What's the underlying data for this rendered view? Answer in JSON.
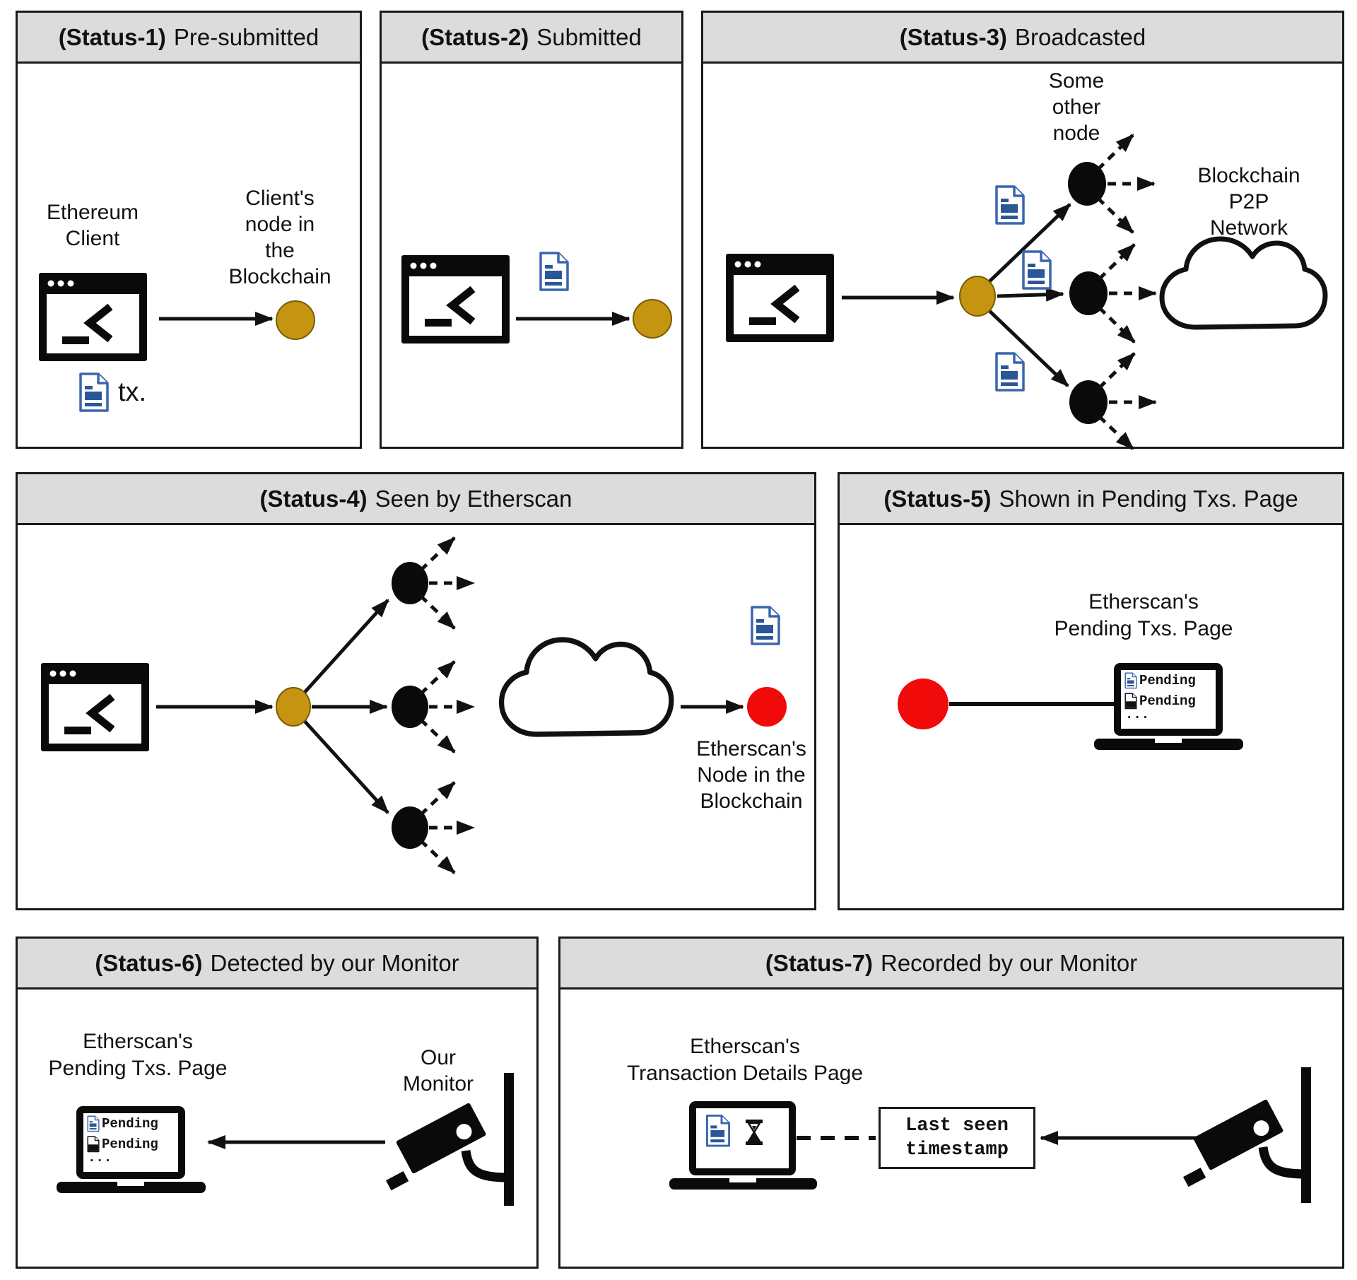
{
  "colors": {
    "header_bg": "#dcdcdc",
    "gold_node": "#c59411",
    "red_node": "#f00a0a",
    "black_node": "#0a0a0a",
    "doc_blue_stroke": "#3a66ae",
    "doc_blue_fill": "#2b579a"
  },
  "panels": {
    "status1": {
      "tag": "(Status-1)",
      "title": "Pre-submitted",
      "ethereum_client": "Ethereum\nClient",
      "client_node": "Client's\nnode in the\nBlockchain",
      "tx_label": "tx."
    },
    "status2": {
      "tag": "(Status-2)",
      "title": "Submitted"
    },
    "status3": {
      "tag": "(Status-3)",
      "title": "Broadcasted",
      "some_other_node": "Some\nother\nnode",
      "p2p_network": "Blockchain\nP2P Network"
    },
    "status4": {
      "tag": "(Status-4)",
      "title": "Seen by Etherscan",
      "etherscan_node": "Etherscan's\nNode in the\nBlockchain"
    },
    "status5": {
      "tag": "(Status-5)",
      "title": "Shown in Pending Txs. Page",
      "page_label": "Etherscan's\nPending Txs. Page",
      "pending_rows": [
        "Pending",
        "Pending"
      ],
      "ellipsis": "..."
    },
    "status6": {
      "tag": "(Status-6)",
      "title": "Detected by our Monitor",
      "page_label": "Etherscan's\nPending Txs. Page",
      "monitor_label": "Our Monitor",
      "pending_rows": [
        "Pending",
        "Pending"
      ],
      "ellipsis": "..."
    },
    "status7": {
      "tag": "(Status-7)",
      "title": "Recorded by our Monitor",
      "page_label": "Etherscan's\nTransaction Details Page",
      "timestamp_label": "Last seen\ntimestamp"
    }
  }
}
